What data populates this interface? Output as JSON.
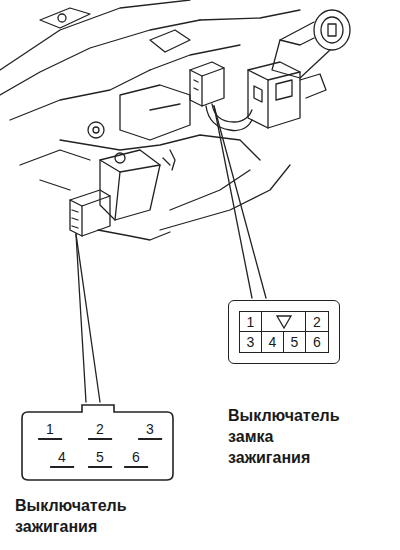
{
  "diagram": {
    "nodes": [
      {
        "text": [
          "1",
          "2",
          "3",
          "4",
          "5",
          "6"
        ]
      },
      {
        "text": [
          "1",
          "2",
          "3",
          "4",
          "5",
          "6"
        ]
      }
    ],
    "labels": [
      "Выключатель замка зажигания",
      "Выключатель зажигания"
    ]
  }
}
